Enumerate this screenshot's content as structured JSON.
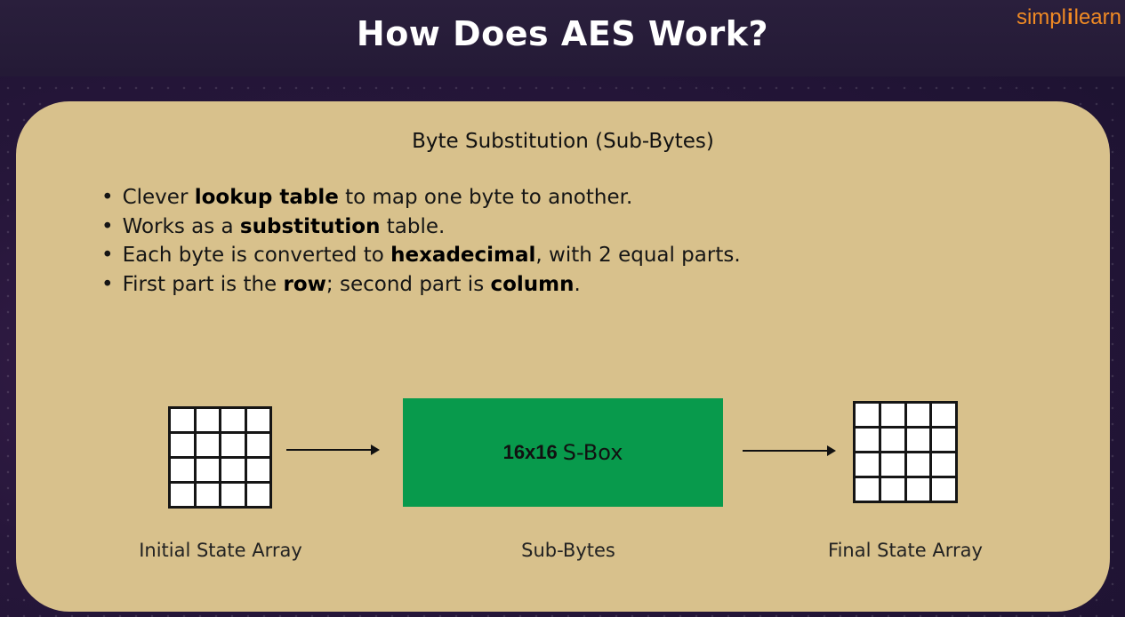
{
  "header": {
    "title": "How Does AES Work?",
    "logo": {
      "part1": "simpl",
      "separator": "i",
      "part2": "learn"
    }
  },
  "card": {
    "title": "Byte Substitution (Sub-Bytes)",
    "bullets": [
      {
        "pre": "Clever ",
        "bold": "lookup table",
        "mid": " to map one byte to another.",
        "bold2": "",
        "post": ""
      },
      {
        "pre": "Works as a ",
        "bold": "substitution",
        "mid": " table.",
        "bold2": "",
        "post": ""
      },
      {
        "pre": "Each byte is converted to ",
        "bold": "hexadecimal",
        "mid": ", with 2 equal parts.",
        "bold2": "",
        "post": ""
      },
      {
        "pre": "First part is the ",
        "bold": "row",
        "mid": "; second part is ",
        "bold2": "column",
        "post": "."
      }
    ]
  },
  "diagram": {
    "sbox_bold": "16x16",
    "sbox_text": "S-Box",
    "labels": {
      "initial": "Initial State Array",
      "sub_bytes": "Sub-Bytes",
      "final": "Final State Array"
    }
  },
  "colors": {
    "background": "#26163a",
    "card": "#d8c18c",
    "sbox": "#089a4c",
    "logo": "#f08a24"
  }
}
